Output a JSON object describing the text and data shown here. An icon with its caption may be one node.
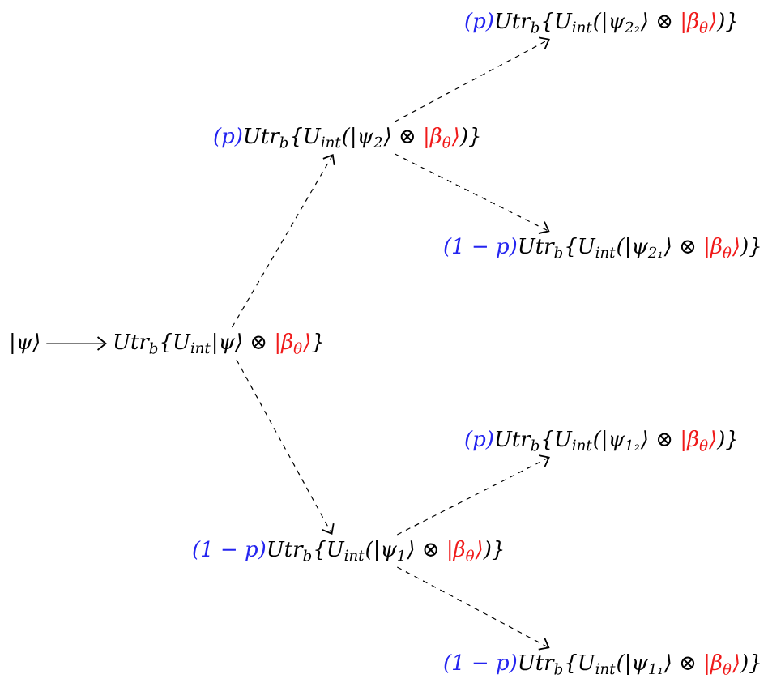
{
  "diagram": {
    "nodes": [
      {
        "text": [
          "|ψ⟩"
        ]
      },
      {
        "text": [
          "Utr$_{b}${U$_{int}$|ψ⟩ ⊗",
          "|β$_{θ}$⟩",
          "}"
        ]
      },
      {
        "text": [
          "(p)",
          "Utr$_{b}${U$_{int}$(|ψ$_{2}$⟩ ⊗",
          "|β$_{θ}$⟩",
          ")}"
        ]
      },
      {
        "text": [
          "(p)",
          "Utr$_{b}${U$_{int}$(|ψ$_{2₂}$⟩ ⊗",
          "|β$_{θ}$⟩",
          ")}"
        ]
      },
      {
        "text": [
          "(1 − p)",
          "Utr$_{b}${U$_{int}$(|ψ$_{2₁}$⟩ ⊗",
          "|β$_{θ}$⟩",
          ")}"
        ]
      },
      {
        "text": [
          "(1 − p)",
          "Utr$_{b}${U$_{int}$(|ψ$_{1}$⟩ ⊗",
          "|β$_{θ}$⟩",
          ")}"
        ]
      },
      {
        "text": [
          "(p)",
          "Utr$_{b}${U$_{int}$(|ψ$_{1₂}$⟩ ⊗",
          "|β$_{θ}$⟩",
          ")}"
        ]
      },
      {
        "text": [
          "(1 − p)",
          "Utr$_{b}${U$_{int}$(|ψ$_{1₁}$⟩ ⊗",
          "|β$_{θ}$⟩",
          ")}"
        ]
      }
    ],
    "edges": [
      {
        "from": 0,
        "to": 1,
        "arrow": "to"
      },
      {
        "from": 1,
        "to": 2,
        "arrow": "to",
        "style": "dashed"
      },
      {
        "from": 1,
        "to": 5,
        "arrow": "to",
        "style": "dashed"
      },
      {
        "from": 2,
        "to": 3,
        "arrow": "to",
        "style": "dashed"
      },
      {
        "from": 2,
        "to": 4,
        "arrow": "to",
        "style": "dashed"
      },
      {
        "from": 5,
        "to": 6,
        "arrow": "to",
        "style": "dashed"
      },
      {
        "from": 5,
        "to": 7,
        "arrow": "to",
        "style": "dashed"
      }
    ]
  }
}
